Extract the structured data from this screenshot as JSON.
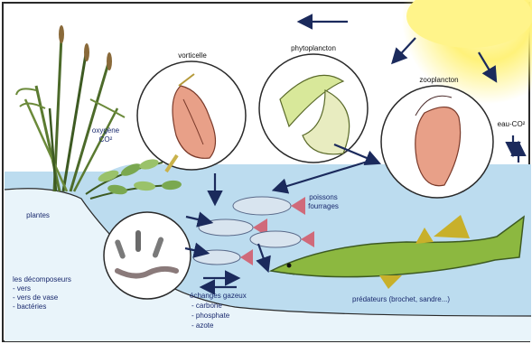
{
  "labels": {
    "vorticelle": "vorticelle",
    "phytoplancton": "phytoplancton",
    "zooplancton": "zooplancton",
    "oxygene_line1": "oxygène",
    "oxygene_line2": "CO²",
    "eau_co2": "eau-CO²",
    "plantes": "plantes",
    "poissons_line1": "poissons",
    "poissons_line2": "fourrages",
    "decomposeurs_line1": "les décomposeurs",
    "decomposeurs_line2": "- vers",
    "decomposeurs_line3": "- vers de vase",
    "decomposeurs_line4": "- bactéries",
    "echanges_line1": "échanges gazeux",
    "echanges_line2": "- carbone",
    "echanges_line3": "- phosphate",
    "echanges_line4": "- azote",
    "predateurs": "prédateurs (brochet, sandre...)"
  },
  "colors": {
    "sky": "#ffffff",
    "water": "#bcdcef",
    "sun": "#fff27a",
    "arrow": "#1b2a5c",
    "frame": "#2a2a2a"
  }
}
